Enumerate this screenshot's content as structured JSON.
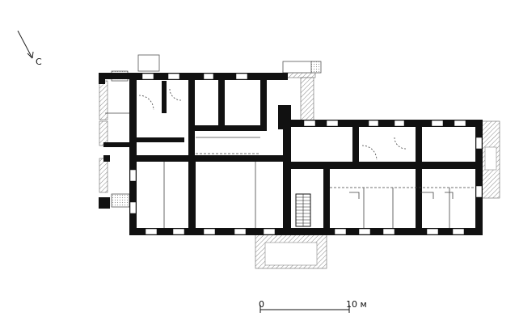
{
  "north": {
    "label": "С"
  },
  "scale": {
    "zero": "0",
    "end": "10 м"
  }
}
